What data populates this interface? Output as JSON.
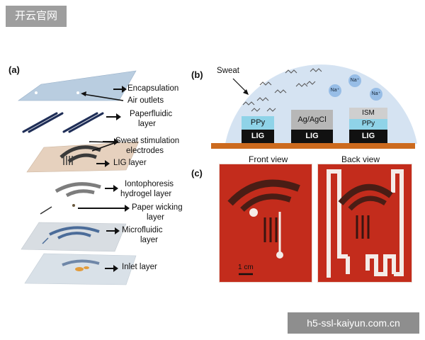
{
  "watermark_top": "开云官网",
  "watermark_bottom": "h5-ssl-kaiyun.com.cn",
  "panels": {
    "a": "(a)",
    "b": "(b)",
    "c": "(c)"
  },
  "layers": {
    "encapsulation": "Encapsulation",
    "air_outlets": "Air outlets",
    "paperfluidic": [
      "Paperfluidic",
      "layer"
    ],
    "sweat_stimulation": [
      "Sweat stimulation",
      "electrodes"
    ],
    "lig_layer": "LIG layer",
    "iontophoresis": [
      "Iontophoresis",
      "hydrogel layer"
    ],
    "paper_wicking": [
      "Paper wicking",
      "layer"
    ],
    "microfluidic": [
      "Microfluidic",
      "layer"
    ],
    "inlet": "Inlet layer"
  },
  "schematic": {
    "sweat": "Sweat",
    "electrode1": [
      "PPy",
      "LIG"
    ],
    "electrode2": [
      "Ag/AgCl",
      "LIG"
    ],
    "electrode3": [
      "ISM",
      "PPy",
      "LIG"
    ],
    "ion": "Na⁺",
    "colors": {
      "dome": "#d5e3f2",
      "ppy": "#8fd3e8",
      "lig": "#111111",
      "agcl": "#b7b7b7",
      "ism": "#cfcfcf",
      "substrate": "#cc6a1e"
    }
  },
  "photos": {
    "front_view": "Front view",
    "back_view": "Back view",
    "scale_bar": "1 cm"
  }
}
